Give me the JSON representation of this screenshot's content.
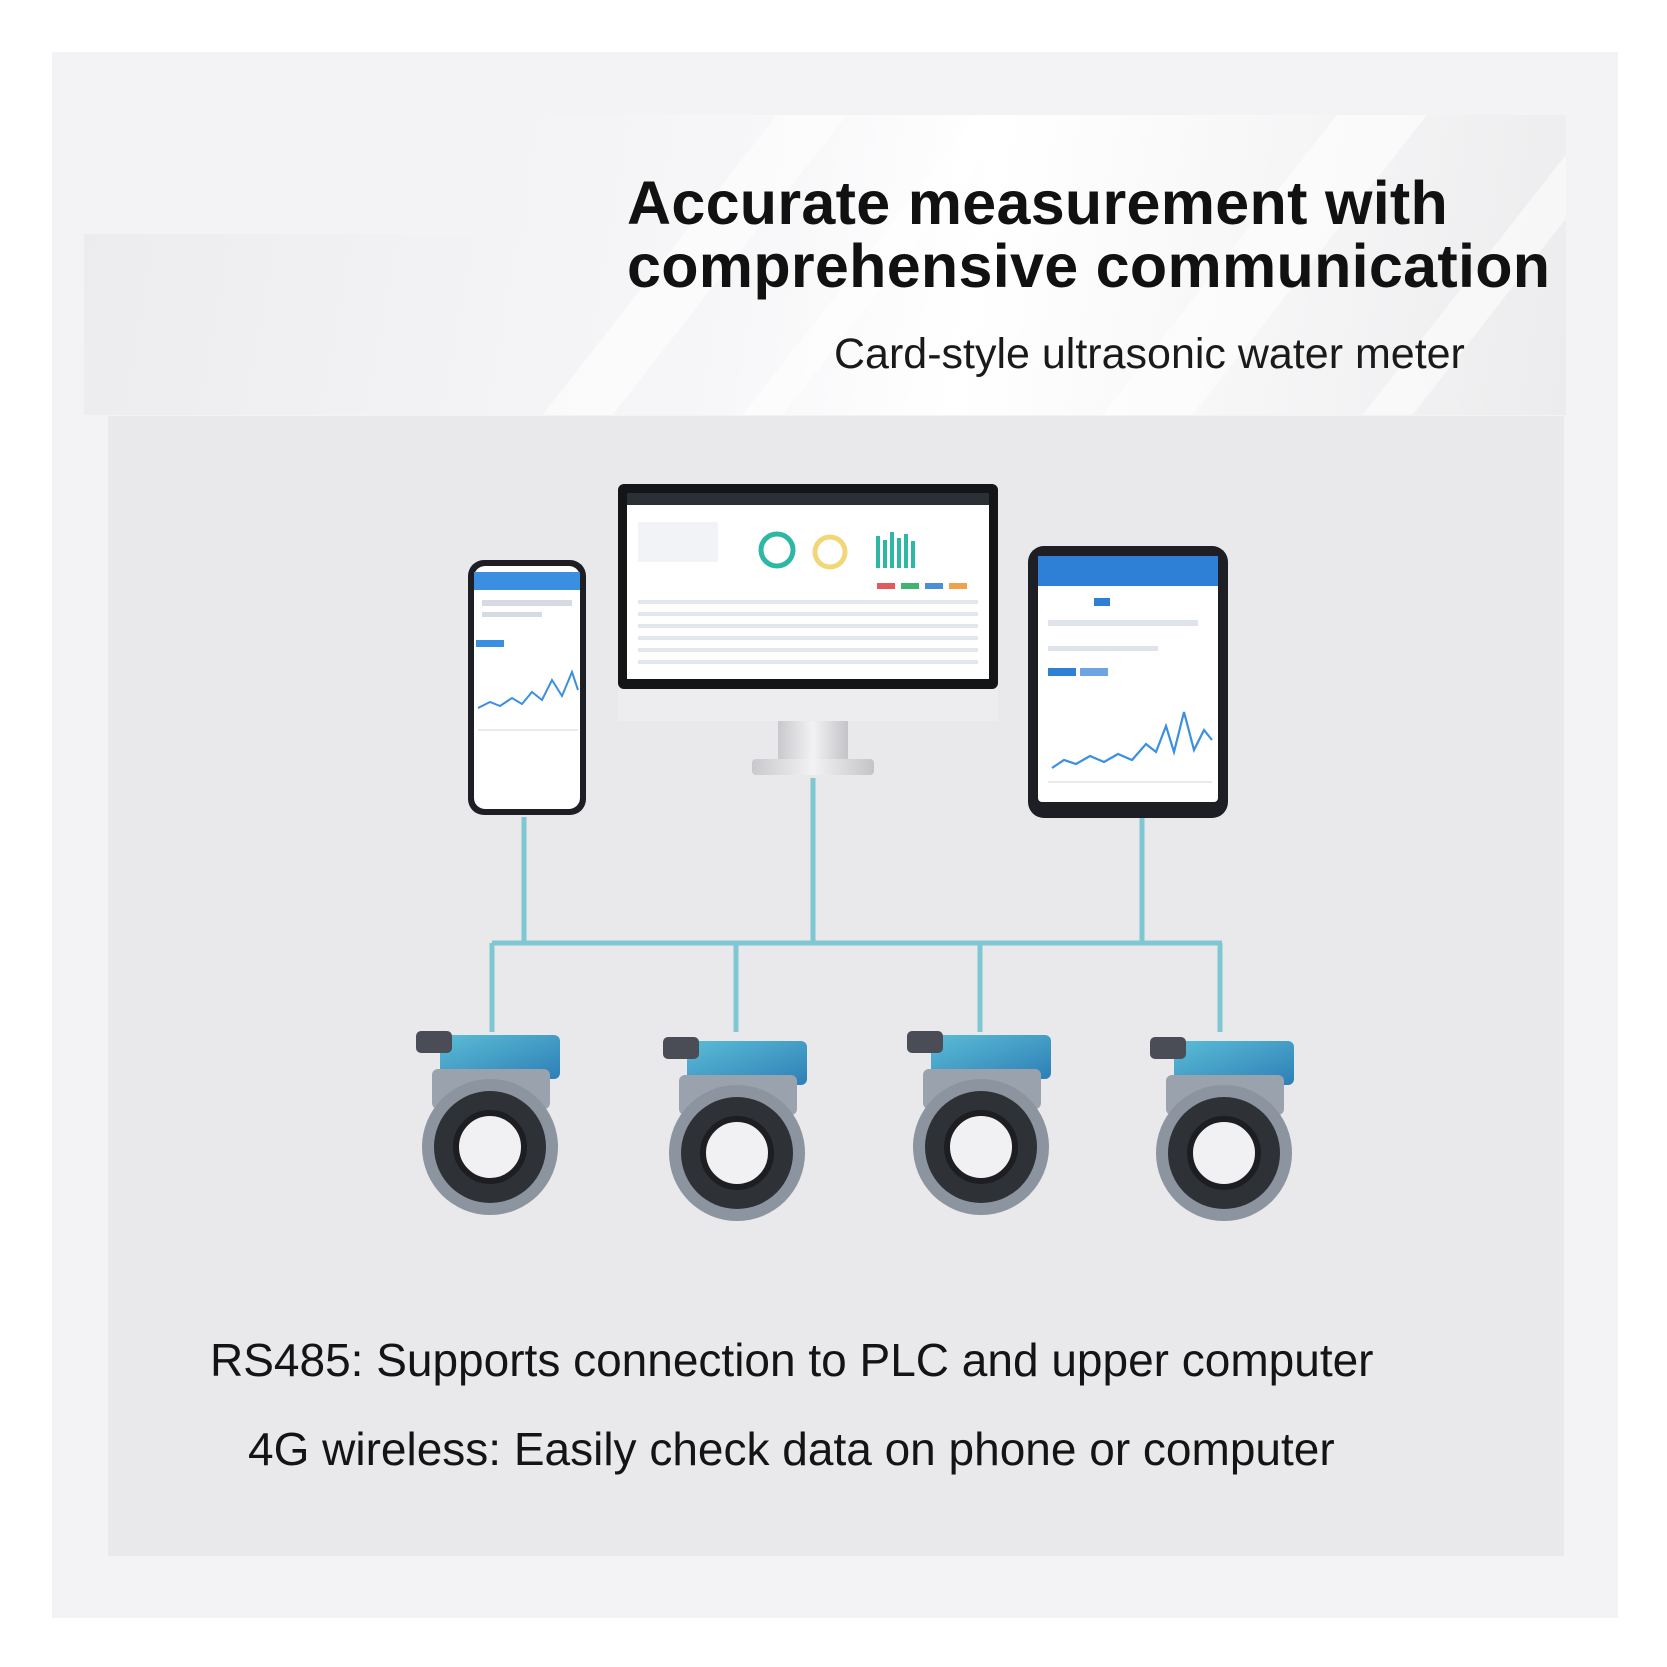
{
  "header": {
    "title_line1": "Accurate measurement with",
    "title_line2": "comprehensive communication",
    "subtitle": "Card-style ultrasonic water meter"
  },
  "diagram": {
    "clients": [
      "smartphone",
      "desktop-monitor",
      "tablet"
    ],
    "meters": [
      "water-meter-1",
      "water-meter-2",
      "water-meter-3",
      "water-meter-4"
    ],
    "connector_color": "#7fc8d3"
  },
  "captions": {
    "rs485": "RS485: Supports connection to PLC and upper computer",
    "wireless": "4G wireless: Easily check data on phone or computer"
  }
}
